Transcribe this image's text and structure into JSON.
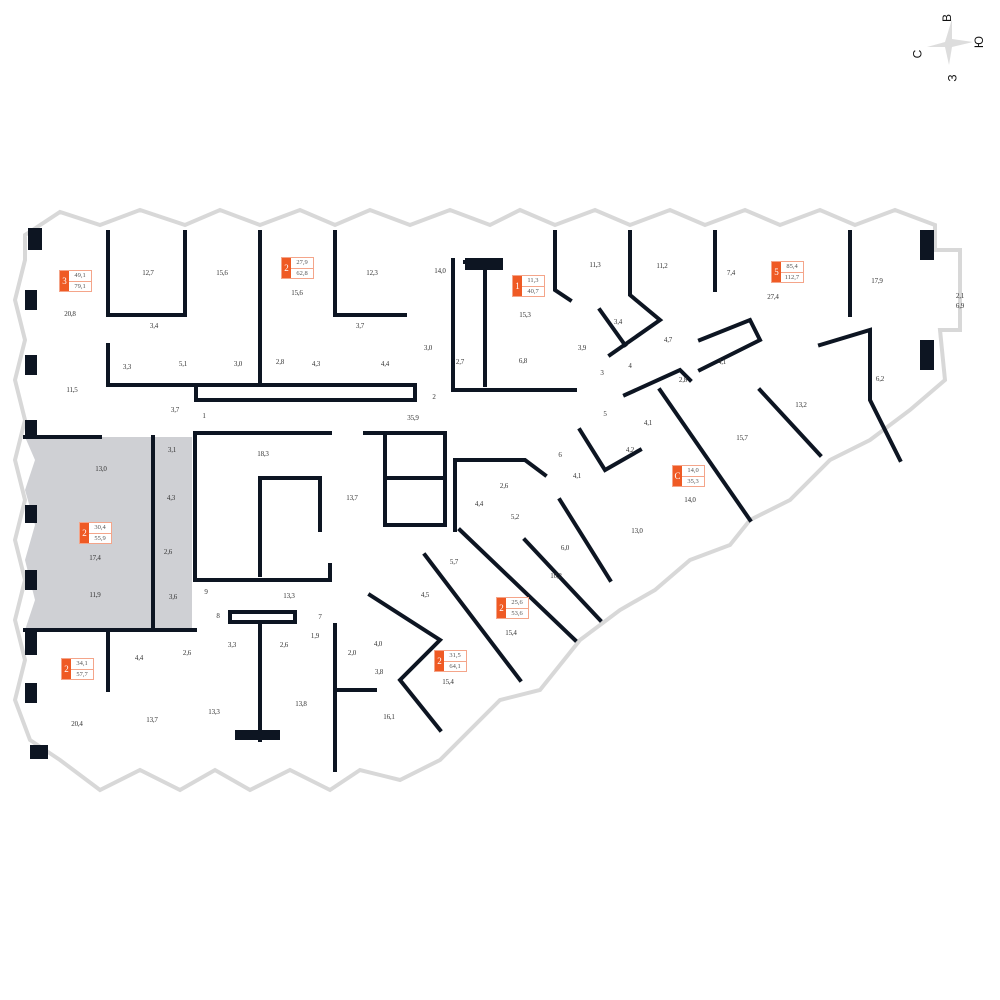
{
  "compass": {
    "north": "С",
    "east": "В",
    "south": "Ю",
    "west": "З"
  },
  "colors": {
    "accent": "#ef5a24",
    "wall": "#0d1522",
    "selected_fill": "#cfd0d4"
  },
  "apartments": [
    {
      "rooms": "3",
      "living_area": "49,1",
      "total_area": "79,1"
    },
    {
      "rooms": "2",
      "living_area": "27,9",
      "total_area": "62,8"
    },
    {
      "rooms": "1",
      "living_area": "11,3",
      "total_area": "40,7"
    },
    {
      "rooms": "5",
      "living_area": "85,4",
      "total_area": "112,7"
    },
    {
      "rooms": "С",
      "living_area": "14,0",
      "total_area": "35,3"
    },
    {
      "rooms": "2",
      "living_area": "30,4",
      "total_area": "55,9",
      "selected": true
    },
    {
      "rooms": "2",
      "living_area": "25,6",
      "total_area": "53,6"
    },
    {
      "rooms": "2",
      "living_area": "31,5",
      "total_area": "64,1"
    },
    {
      "rooms": "2",
      "living_area": "34,1",
      "total_area": "57,7"
    }
  ],
  "room_areas": [
    "12,7",
    "15,6",
    "15,6",
    "12,3",
    "14,0",
    "20,8",
    "3,4",
    "3,7",
    "3,3",
    "5,1",
    "3,0",
    "2,8",
    "4,3",
    "4,4",
    "3,0",
    "11,5",
    "3,7",
    "1",
    "2",
    "35,9",
    "11,3",
    "11,2",
    "7,4",
    "27,4",
    "17,9",
    "2,1",
    "6,9",
    "15,3",
    "3,4",
    "4,7",
    "3,9",
    "2,7",
    "6,8",
    "3",
    "4",
    "4,1",
    "2,8",
    "6,2",
    "13,2",
    "15,7",
    "5",
    "4,1",
    "4,2",
    "6",
    "18,3",
    "13,0",
    "3,1",
    "4,3",
    "13,7",
    "17,4",
    "2,6",
    "11,9",
    "3,6",
    "9",
    "13,3",
    "8",
    "7",
    "3,3",
    "2,6",
    "1,9",
    "2,6",
    "2,6",
    "4,4",
    "5,2",
    "4,1",
    "14,0",
    "13,0",
    "6,0",
    "10,2",
    "5,7",
    "4,5",
    "15,4",
    "4,0",
    "2,0",
    "3,8",
    "15,4",
    "16,1",
    "4,4",
    "20,4",
    "13,7",
    "13,3",
    "13,8"
  ]
}
